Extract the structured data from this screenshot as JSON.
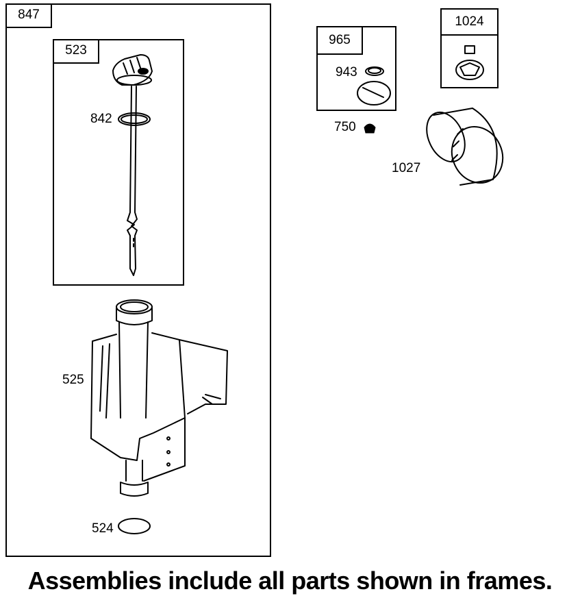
{
  "frames": {
    "f847": "847",
    "f523": "523",
    "f965": "965",
    "f1024": "1024"
  },
  "labels": {
    "p842": "842",
    "p525": "525",
    "p524": "524",
    "p943": "943",
    "p750": "750",
    "p1027": "1027"
  },
  "footer": "Assemblies include all parts shown in frames."
}
